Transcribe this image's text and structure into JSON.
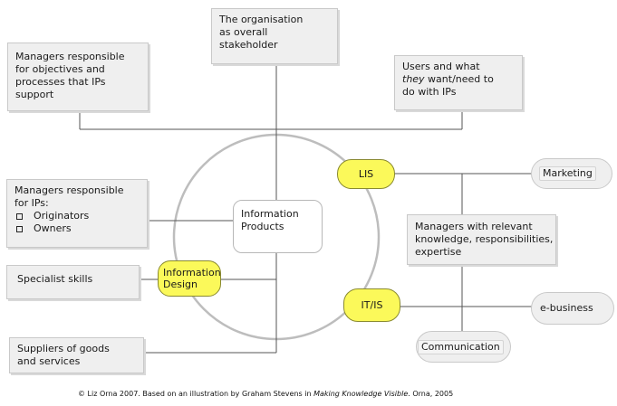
{
  "boxes": {
    "organisation": [
      "The organisation",
      "as overall",
      "stakeholder"
    ],
    "managers_objectives": [
      "Managers responsible",
      "for objectives and",
      "processes that IPs",
      "support"
    ],
    "users": {
      "line1": "Users and what",
      "line2_em": "they",
      "line2_rest": " want/need to",
      "line3": "do with IPs"
    },
    "managers_ips": {
      "line1": "Managers responsible",
      "line2": "for IPs:",
      "items": [
        "Originators",
        "Owners"
      ]
    },
    "specialist": "Specialist skills",
    "suppliers": [
      "Suppliers of goods",
      "and services"
    ],
    "managers_relevant": [
      "Managers with relevant",
      "knowledge, responsibilities,",
      "expertise"
    ],
    "information_products": [
      "Information",
      "Products"
    ]
  },
  "yellow_nodes": {
    "lis": "LIS",
    "information_design": [
      "Information",
      "Design"
    ],
    "it_is": "IT/IS"
  },
  "pills": {
    "marketing": "Marketing",
    "ebusiness": "e-business",
    "communication": "Communication"
  },
  "caption": {
    "prefix": "© Liz Orna 2007. Based on an illustration by Graham Stevens in ",
    "book": "Making Knowledge Visible",
    "suffix": ". Orna, 2005"
  },
  "colors": {
    "box_fill": "#efefef",
    "node_yellow": "#fbf95a",
    "line": "#555555",
    "circle": "#bdbdbd"
  }
}
